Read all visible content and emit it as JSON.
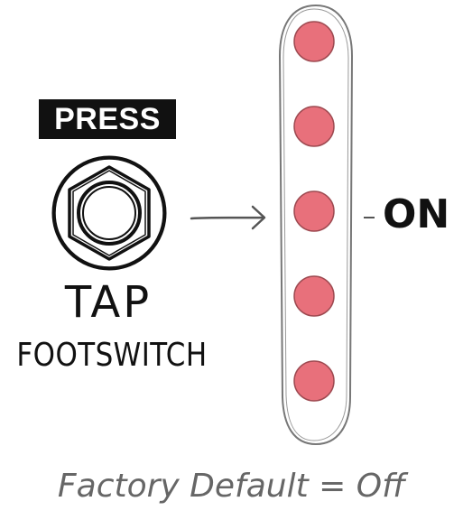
{
  "press_label": "PRESS",
  "tap_label": "TAP",
  "footswitch_label": "FOOTSWITCH",
  "on_label": "ON",
  "caption": "Factory Default = Off",
  "led_count": 5,
  "colors": {
    "led_fill": "#E8707B",
    "led_stroke": "#9E4A51",
    "ink": "#111111",
    "caption": "#666666"
  },
  "icons": [
    "footswitch-icon",
    "arrow-right-icon",
    "led-strip"
  ]
}
